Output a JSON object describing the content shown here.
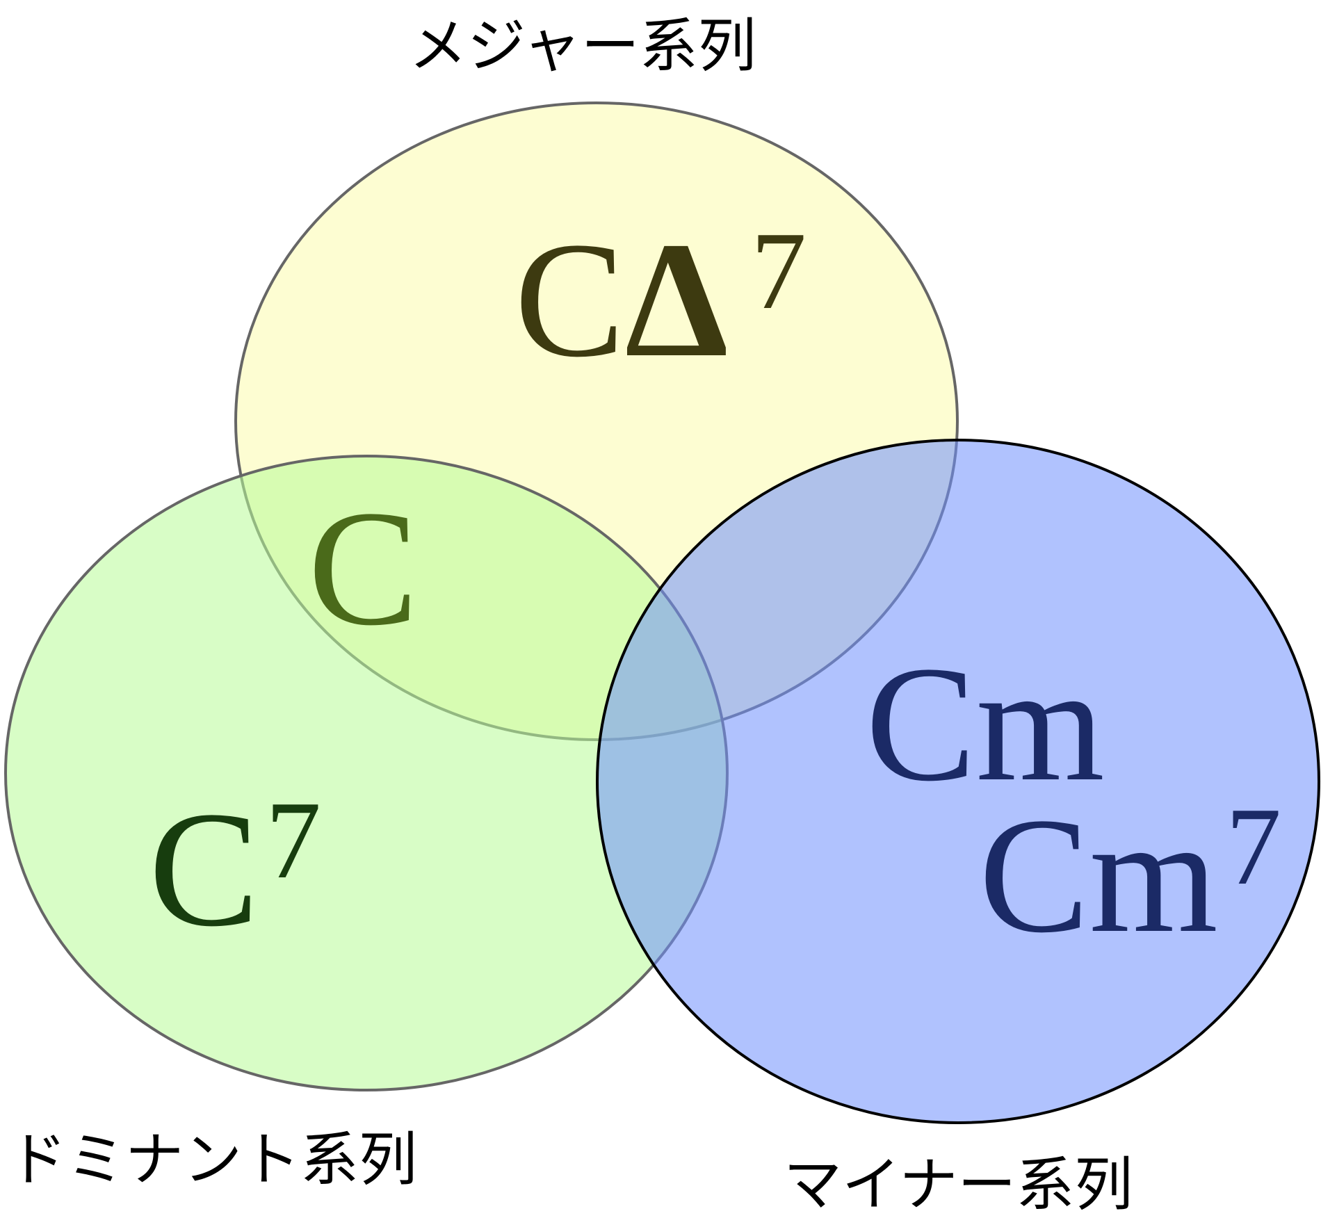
{
  "diagram": {
    "type": "venn",
    "sets": [
      {
        "label": "メジャー系列",
        "color": "#fdfdd0"
      },
      {
        "label": "ドミナント系列",
        "color": "#d6fdcb"
      },
      {
        "label": "マイナー系列",
        "color": "#b1c3fe"
      }
    ],
    "chords": {
      "major_only": {
        "base": "C",
        "symbol": "Δ",
        "sup": "7",
        "color": "#3d3a10"
      },
      "major_dominant": {
        "base": "C",
        "color": "#4a6a1a"
      },
      "dominant_only": {
        "base": "C",
        "sup": "7",
        "color": "#173d0e"
      },
      "minor_1": {
        "base": "Cm",
        "color": "#1b2a66"
      },
      "minor_2": {
        "base": "Cm",
        "sup": "7",
        "color": "#1b2a66"
      }
    }
  }
}
